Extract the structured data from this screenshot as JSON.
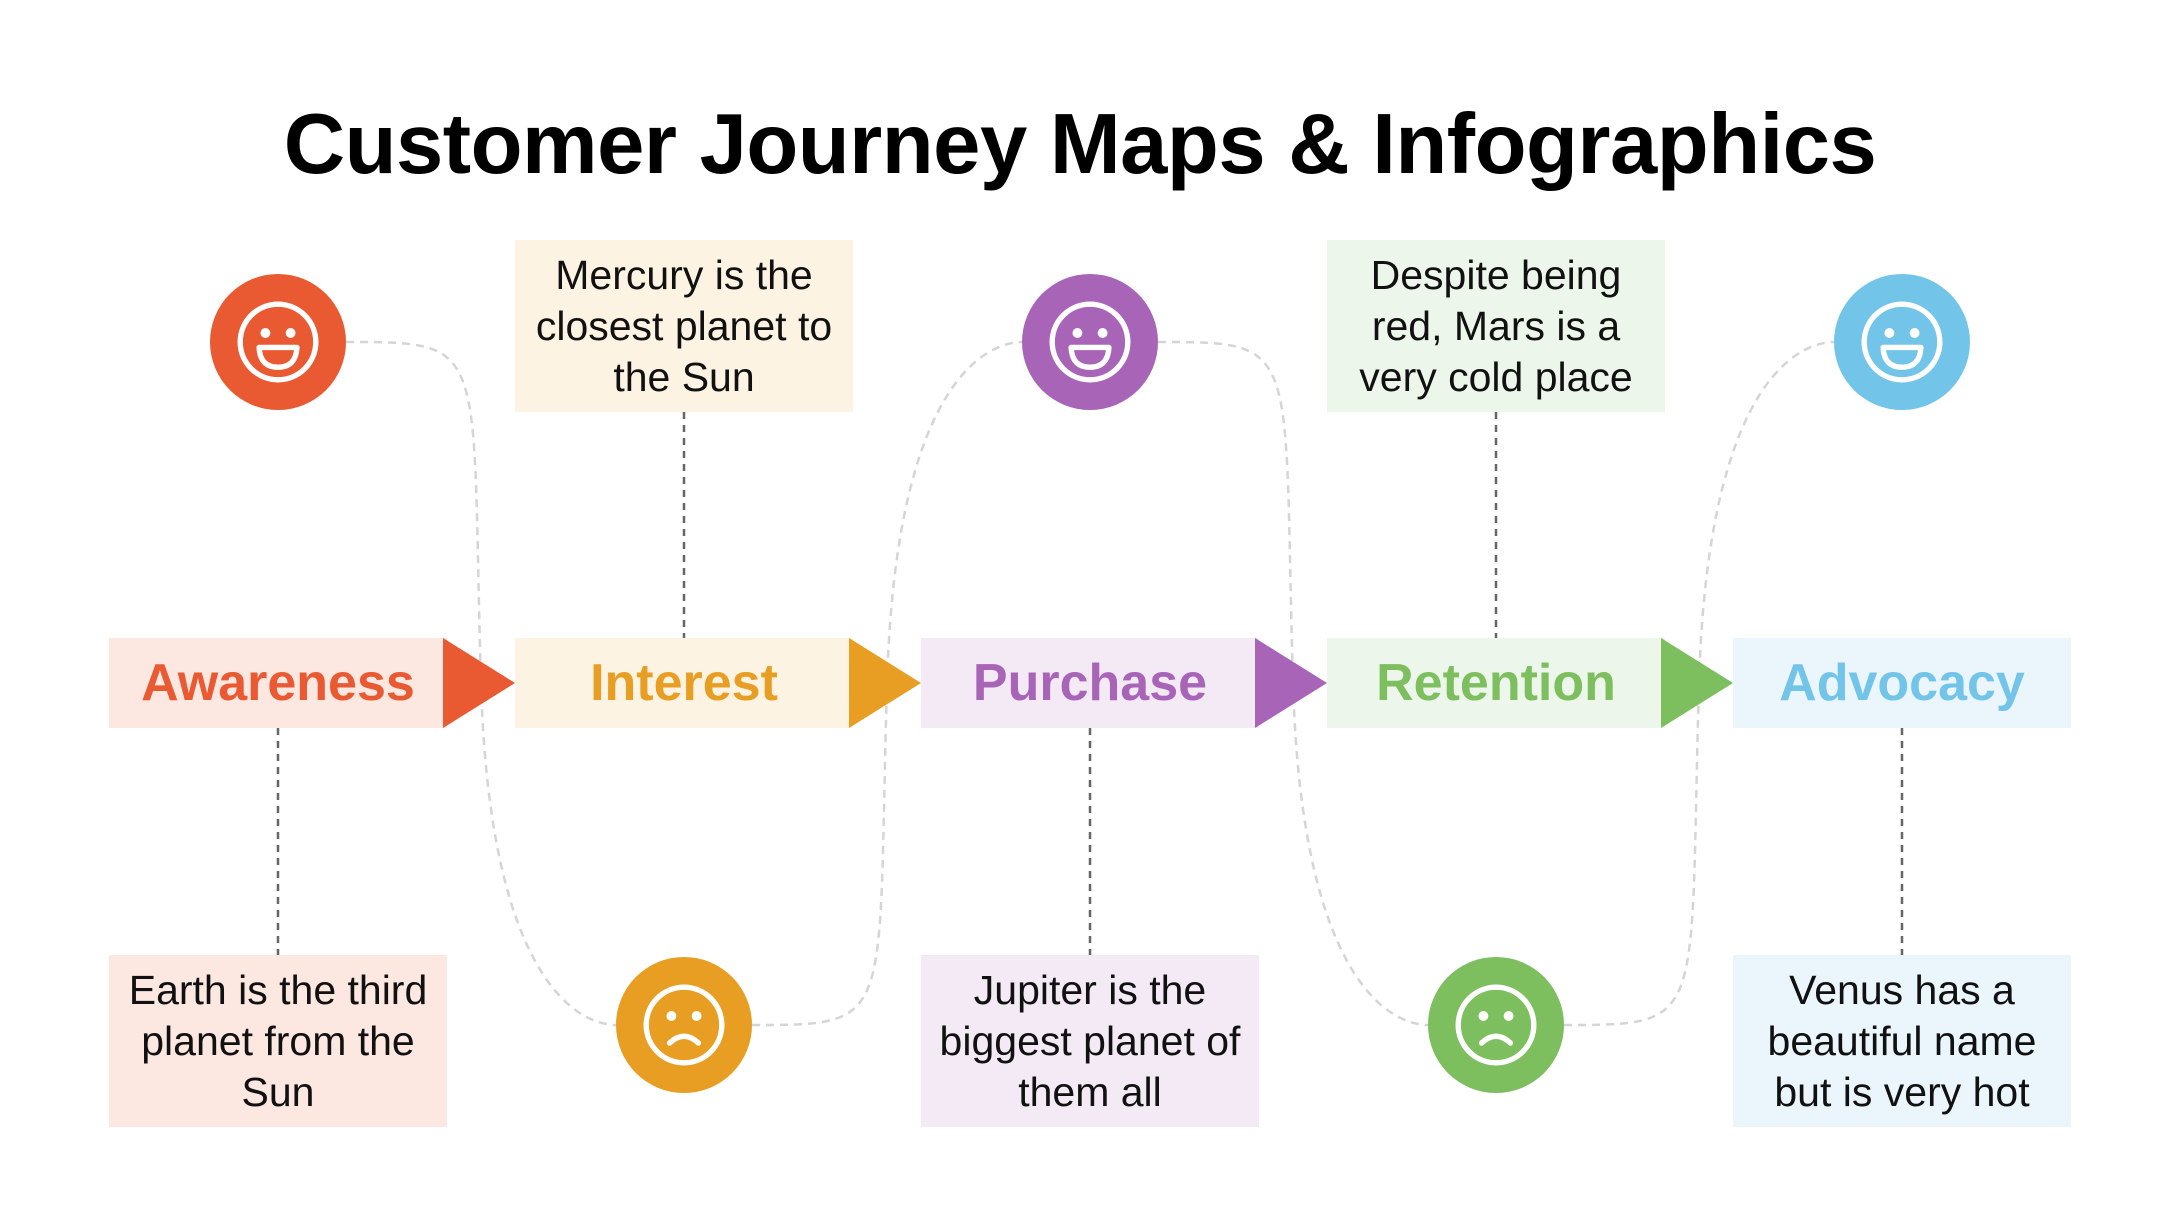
{
  "title": "Customer Journey Maps & Infographics",
  "stages": [
    {
      "name": "Awareness",
      "color": "#E95A32",
      "tint": "#FCE7E1",
      "note": "Earth is the third planet from the Sun",
      "note_position": "bottom",
      "mood": "happy",
      "mood_icon": "smiley-face-icon"
    },
    {
      "name": "Interest",
      "color": "#E89E22",
      "tint": "#FDF3E3",
      "note": "Mercury is the closest planet to the Sun",
      "note_position": "top",
      "mood": "sad",
      "mood_icon": "sad-face-icon"
    },
    {
      "name": "Purchase",
      "color": "#A865B8",
      "tint": "#F3EAF6",
      "note": "Jupiter is the biggest planet of them all",
      "note_position": "bottom",
      "mood": "happy",
      "mood_icon": "smiley-face-icon"
    },
    {
      "name": "Retention",
      "color": "#7DBE5E",
      "tint": "#EDF6EA",
      "note": "Despite being red, Mars is a very cold place",
      "note_position": "top",
      "mood": "sad",
      "mood_icon": "sad-face-icon"
    },
    {
      "name": "Advocacy",
      "color": "#72C4E8",
      "tint": "#EAF5FC",
      "note": "Venus has a beautiful name but is very hot",
      "note_position": "bottom",
      "mood": "happy",
      "mood_icon": "smiley-face-icon"
    }
  ],
  "connector_color": "#D5D5D5",
  "leader_color": "#666666"
}
